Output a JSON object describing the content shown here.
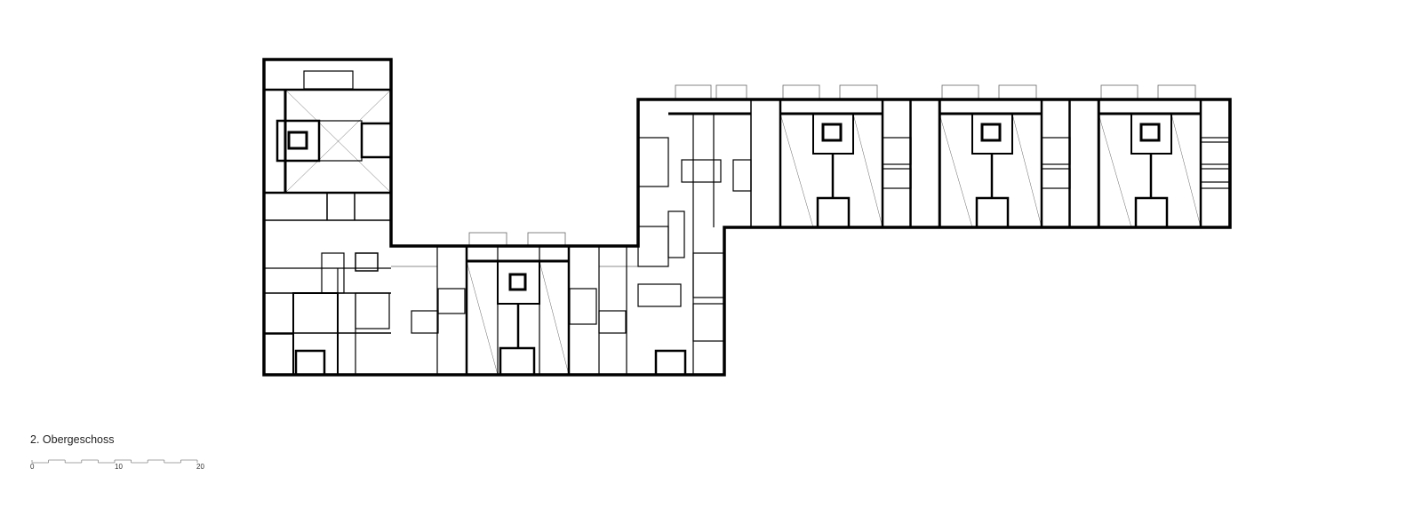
{
  "drawing": {
    "floor_title": "2. Obergeschoss",
    "scale_bar": {
      "labels": [
        "0",
        "10",
        "20"
      ],
      "unit_max": 20,
      "segments": 10
    }
  },
  "colors": {
    "wall": "#000000",
    "thin_line": "#555555",
    "background": "#ffffff"
  }
}
